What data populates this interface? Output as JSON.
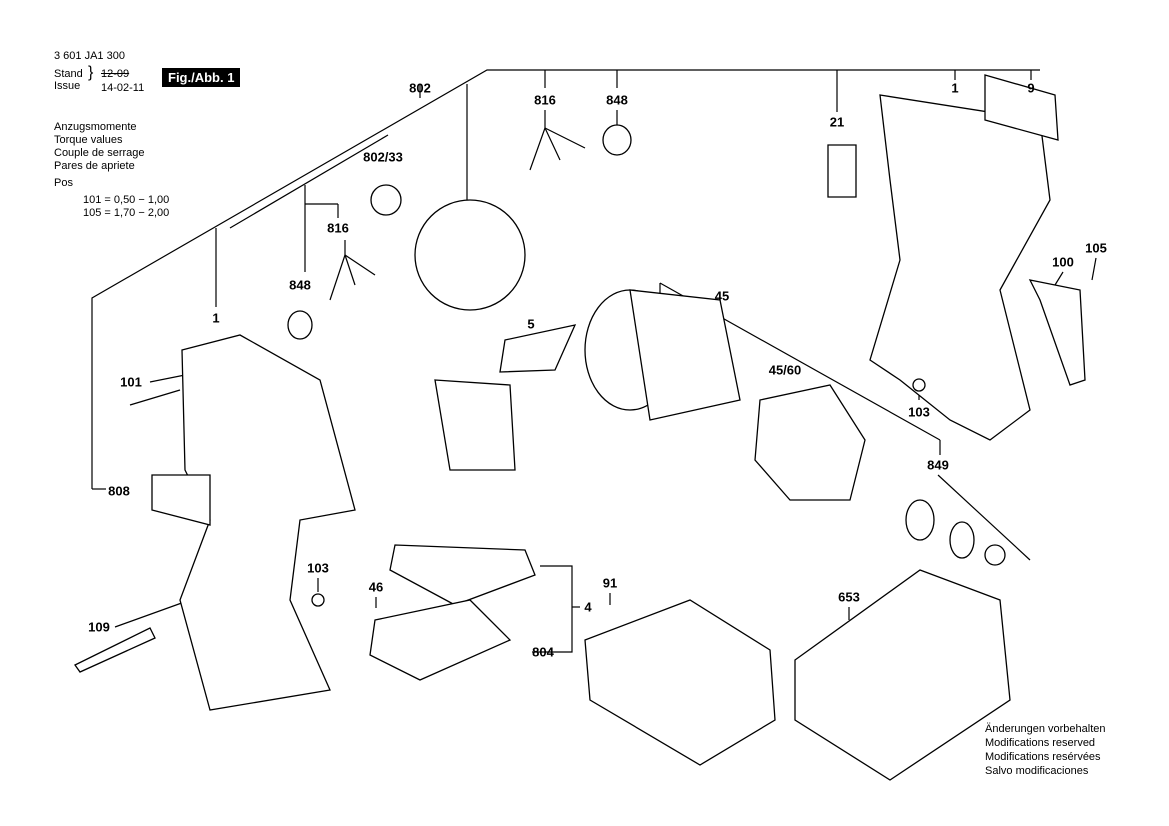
{
  "header": {
    "part_number": "3 601 JA1 300",
    "stand_label": "Stand",
    "issue_label": "Issue",
    "old_date": "12-09",
    "issue_date": "14-02-11",
    "figure": "Fig./Abb. 1"
  },
  "torque": {
    "lines": [
      "Anzugsmomente",
      "Torque values",
      "Couple de serrage",
      "Pares de apriete"
    ],
    "pos_label": "Pos",
    "values": [
      "101 =  0,50 − 1,00",
      "105 =  1,70 − 2,00"
    ]
  },
  "footer": [
    "Änderungen vorbehalten",
    "Modifications reserved",
    "Modifications resérvées",
    "Salvo modificaciones"
  ],
  "parts": [
    "802",
    "816",
    "848",
    "1",
    "9",
    "21",
    "802/33",
    "816",
    "105",
    "100",
    "848",
    "45",
    "1",
    "5",
    "45/60",
    "101",
    "103",
    "849",
    "808",
    "91",
    "653",
    "46",
    "103",
    "4",
    "109",
    "804"
  ]
}
